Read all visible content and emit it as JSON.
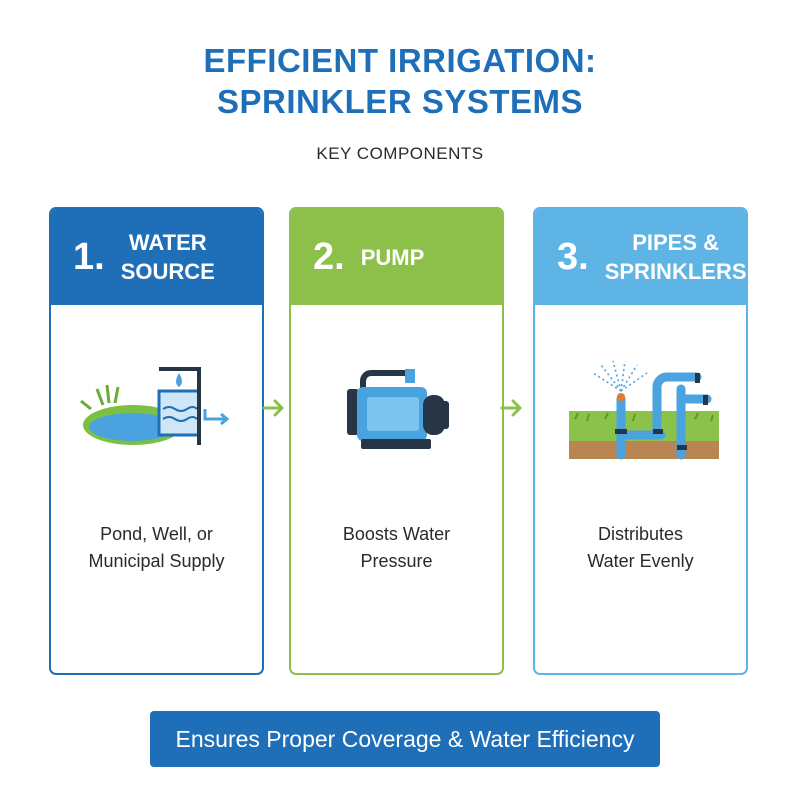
{
  "title": {
    "line1": "EFFICIENT IRRIGATION:",
    "line2": "SPRINKLER SYSTEMS"
  },
  "subtitle": "KEY COMPONENTS",
  "steps": [
    {
      "number": "1.",
      "title_line1": "WATER",
      "title_line2": "SOURCE",
      "desc_line1": "Pond, Well, or",
      "desc_line2": "Municipal Supply",
      "icon": "pond-water-source-icon",
      "color": "#1f6fb8"
    },
    {
      "number": "2.",
      "title_line1": "PUMP",
      "title_line2": "",
      "desc_line1": "Boosts Water",
      "desc_line2": "Pressure",
      "icon": "water-pump-icon",
      "color": "#8dc04a"
    },
    {
      "number": "3.",
      "title_line1": "PIPES &",
      "title_line2": "SPRINKLERS",
      "desc_line1": "Distributes",
      "desc_line2": "Water Evenly",
      "icon": "pipes-sprinkler-icon",
      "color": "#5fb4e6"
    }
  ],
  "connector_color": "#8dc04a",
  "footer": "Ensures Proper Coverage & Water Efficiency"
}
